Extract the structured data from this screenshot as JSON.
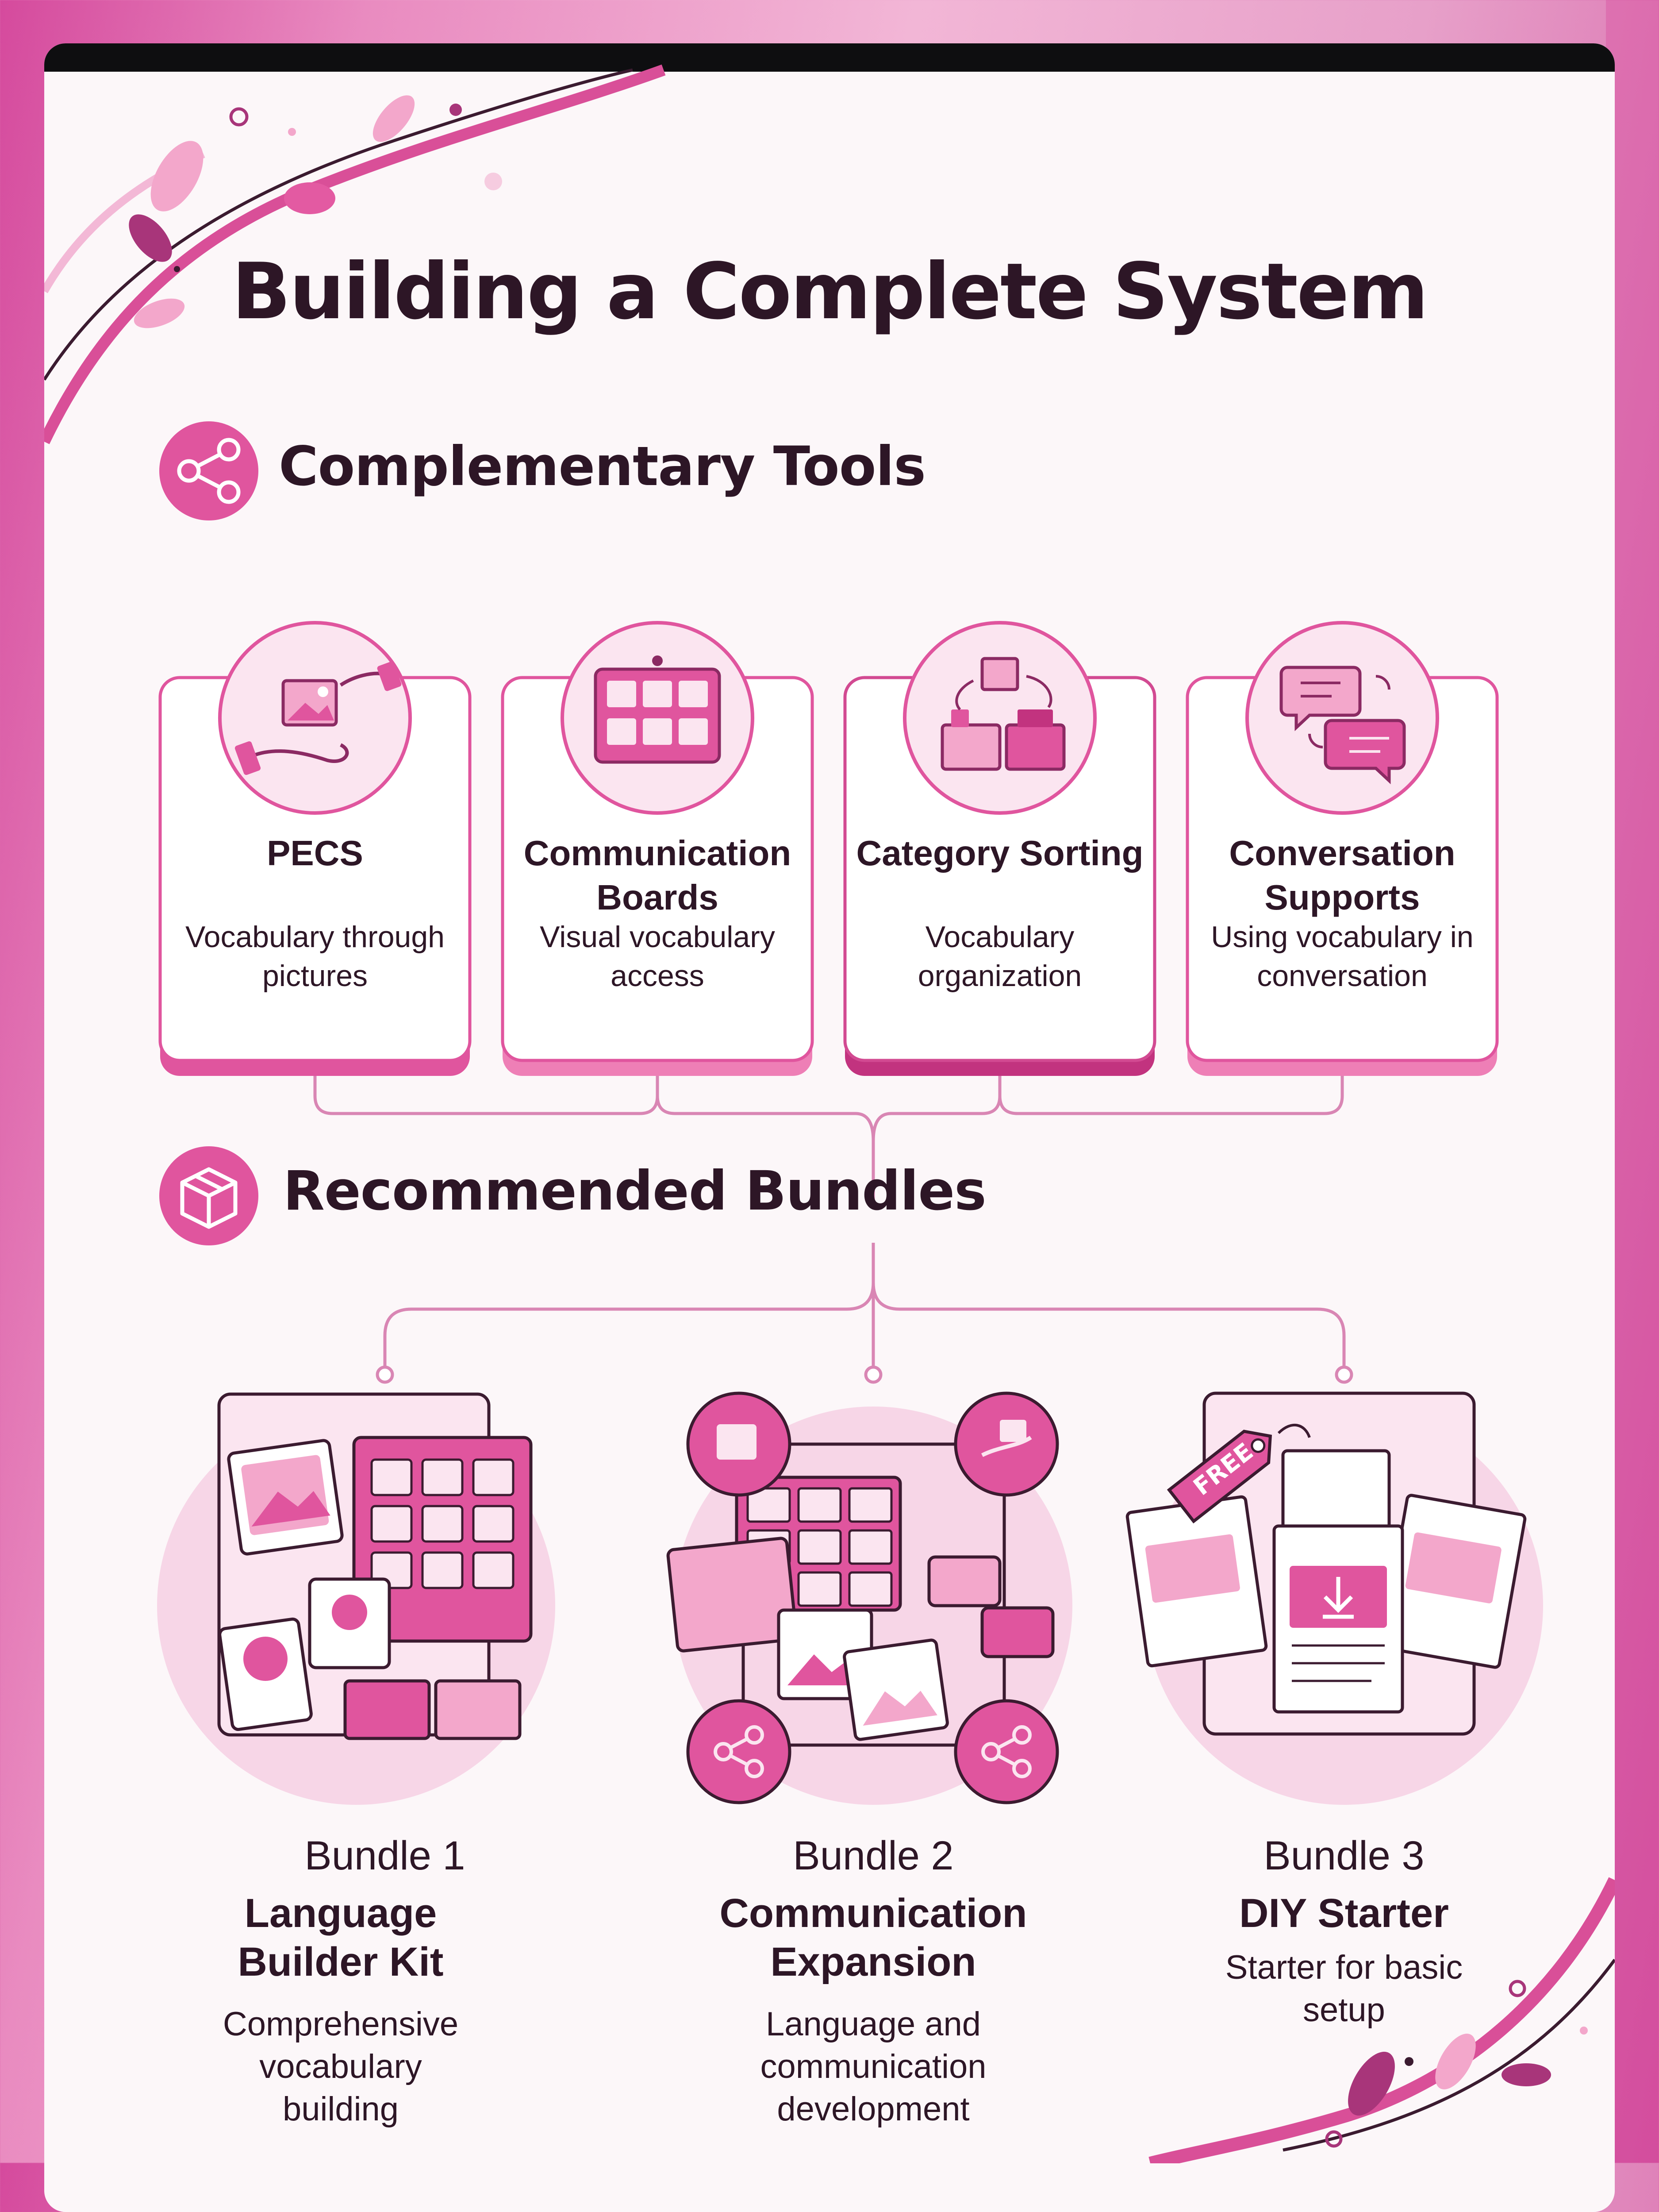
{
  "title": "Building a Complete System",
  "colors": {
    "accent": "#e0559e",
    "accent_dark": "#c2337f",
    "accent_light": "#f7d3e6",
    "ink": "#2d1626"
  },
  "complementary": {
    "heading": "Complementary Tools",
    "icon": "share-icon",
    "tools": [
      {
        "title": "PECS",
        "desc": "Vocabulary through pictures",
        "icon": "picture-exchange-icon"
      },
      {
        "title": "Communication Boards",
        "desc": "Visual vocabulary access",
        "icon": "communication-board-icon"
      },
      {
        "title": "Category Sorting",
        "desc": "Vocabulary organization",
        "icon": "sorting-bins-icon"
      },
      {
        "title": "Conversation Supports",
        "desc": "Using vocabulary in conversation",
        "icon": "speech-bubbles-icon"
      }
    ]
  },
  "bundles": {
    "heading": "Recommended Bundles",
    "icon": "package-icon",
    "items": [
      {
        "number": "Bundle 1",
        "name": "Language Builder Kit",
        "desc": "Comprehensive vocabulary building",
        "icon": "language-kit-illustration"
      },
      {
        "number": "Bundle 2",
        "name": "Communication Expansion",
        "desc": "Language and communication development",
        "icon": "communication-network-illustration"
      },
      {
        "number": "Bundle 3",
        "name": "DIY Starter",
        "desc": "Starter for basic setup",
        "badge": "FREE",
        "icon": "free-download-docs-illustration"
      }
    ]
  }
}
